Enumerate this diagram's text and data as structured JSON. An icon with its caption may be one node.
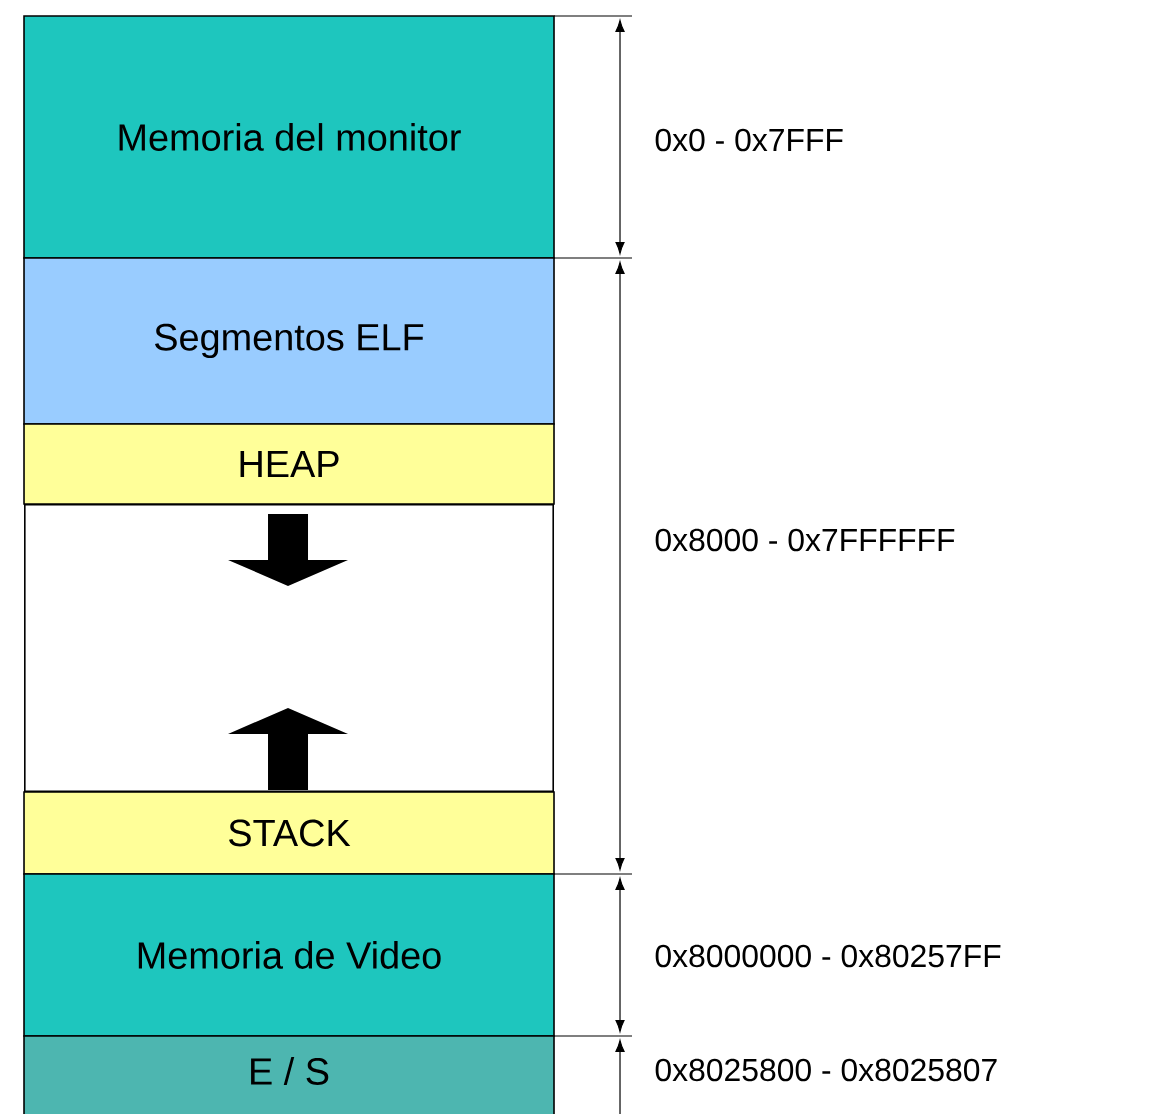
{
  "diagram": {
    "nodes": [
      {
        "text": [
          "Memoria del monitor"
        ]
      },
      {
        "text": [
          "Segmentos ELF"
        ]
      },
      {
        "text": [
          "HEAP"
        ]
      },
      {
        "text": [],
        "shape": "box"
      },
      {
        "text": [
          "STACK"
        ]
      },
      {
        "text": [
          "Memoria de Video"
        ]
      },
      {
        "text": [
          "E / S"
        ]
      }
    ],
    "labels": [
      "0x0 - 0x7FFF",
      "0x8000 - 0x7FFFFFF",
      "0x8000000 - 0x80257FF",
      "0x8025800 - 0x8025807"
    ]
  }
}
